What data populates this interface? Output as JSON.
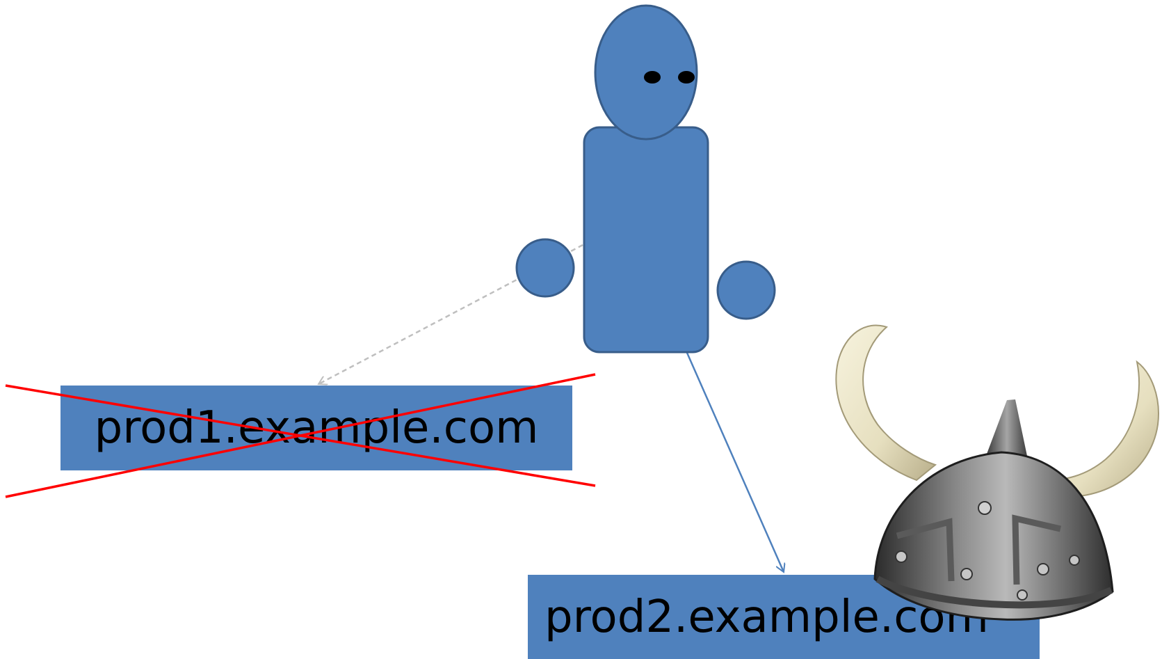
{
  "servers": {
    "prod1": {
      "label": "prod1.example.com",
      "status": "crossed-out"
    },
    "prod2": {
      "label": "prod2.example.com",
      "status": "active"
    }
  },
  "colors": {
    "shape_fill": "#4f81bd",
    "shape_stroke": "#385d8a",
    "cross_line": "#ff0000",
    "dashed_arrow": "#bfbfbf",
    "solid_arrow": "#4f81bd"
  },
  "icons": {
    "person": "stick-figure-icon",
    "helmet": "viking-helmet-icon"
  }
}
